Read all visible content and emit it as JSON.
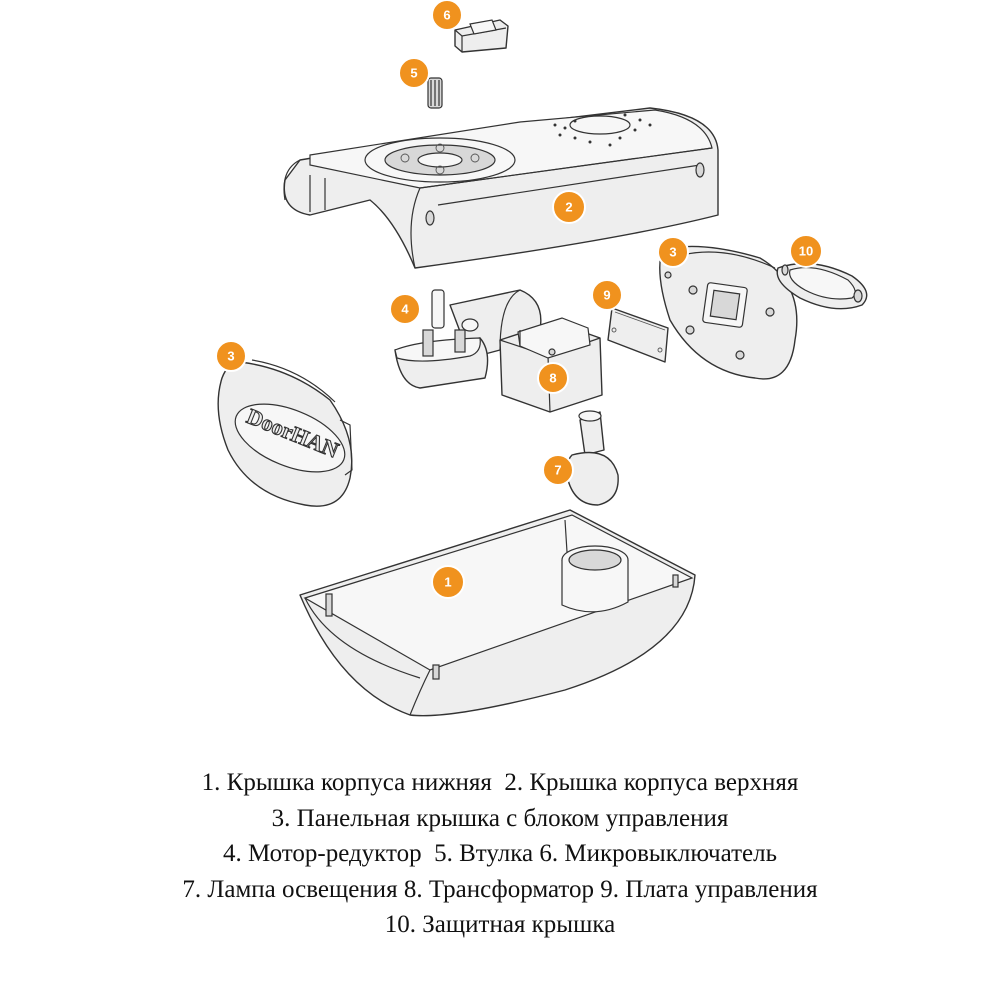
{
  "logo": "DoorHAN",
  "badges": [
    "6",
    "5",
    "2",
    "3",
    "10",
    "4",
    "9",
    "3",
    "8",
    "7",
    "1"
  ],
  "legend": [
    "1. Крышка корпуса нижняя  2. Крышка корпуса верхняя",
    "3. Панельная крышка с блоком управления",
    "4. Мотор-редуктор  5. Втулка 6. Микровыключатель",
    "7. Лампа освещения 8. Трансформатор 9. Плата управления",
    "10. Защитная крышка"
  ],
  "colors": {
    "badge": "#f0921e",
    "line": "#333333",
    "fill": "#eeeeee"
  }
}
